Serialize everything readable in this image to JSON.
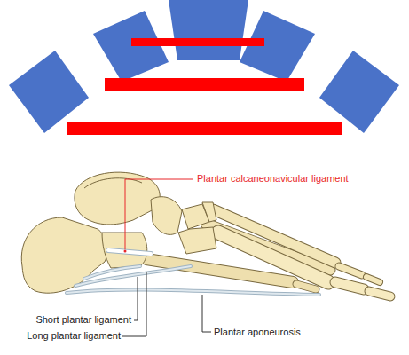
{
  "diagram": {
    "labels": [
      "Plantar calcaneonavicular ligament",
      "Short plantar ligament",
      "Long plantar ligament",
      "Plantar aponeurosis"
    ]
  }
}
